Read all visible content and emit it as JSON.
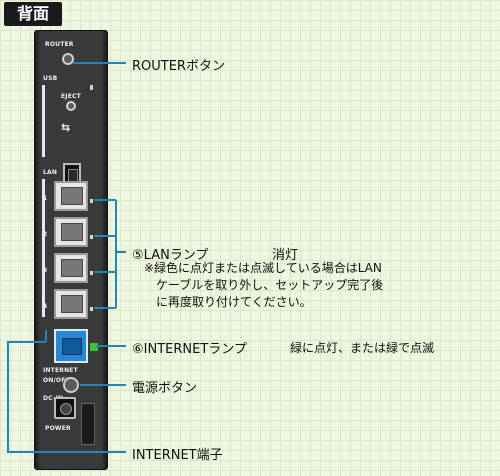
{
  "header": {
    "title": "背面"
  },
  "device": {
    "router_label": "ROUTER",
    "usb_label": "USB",
    "eject_label": "EJECT",
    "lan_label": "LAN",
    "port_numbers": [
      "1",
      "2",
      "3",
      "4"
    ],
    "internet_label": "INTERNET",
    "on_off_label": "ON/OFF",
    "dcin_label": "DC-IN",
    "power_label": "POWER"
  },
  "callouts": {
    "router_button": "ROUTERボタン",
    "lan_lamp": "⑤LANランプ",
    "lan_lamp_status": "消灯",
    "lan_note": [
      "※緑色に点灯または点滅している場合はLAN",
      "ケーブルを取り外し、セットアップ完了後",
      "に再度取り付けてください。"
    ],
    "internet_lamp": "⑥INTERNETランプ",
    "internet_lamp_status": "緑に点灯、または緑で点滅",
    "power_button": "電源ボタン",
    "internet_port": "INTERNET端子"
  },
  "colors": {
    "background": "#eef5e0",
    "callout_line": "#1f86b8",
    "internet_port": "#2b86d1",
    "internet_led": "#3bbf3b"
  }
}
